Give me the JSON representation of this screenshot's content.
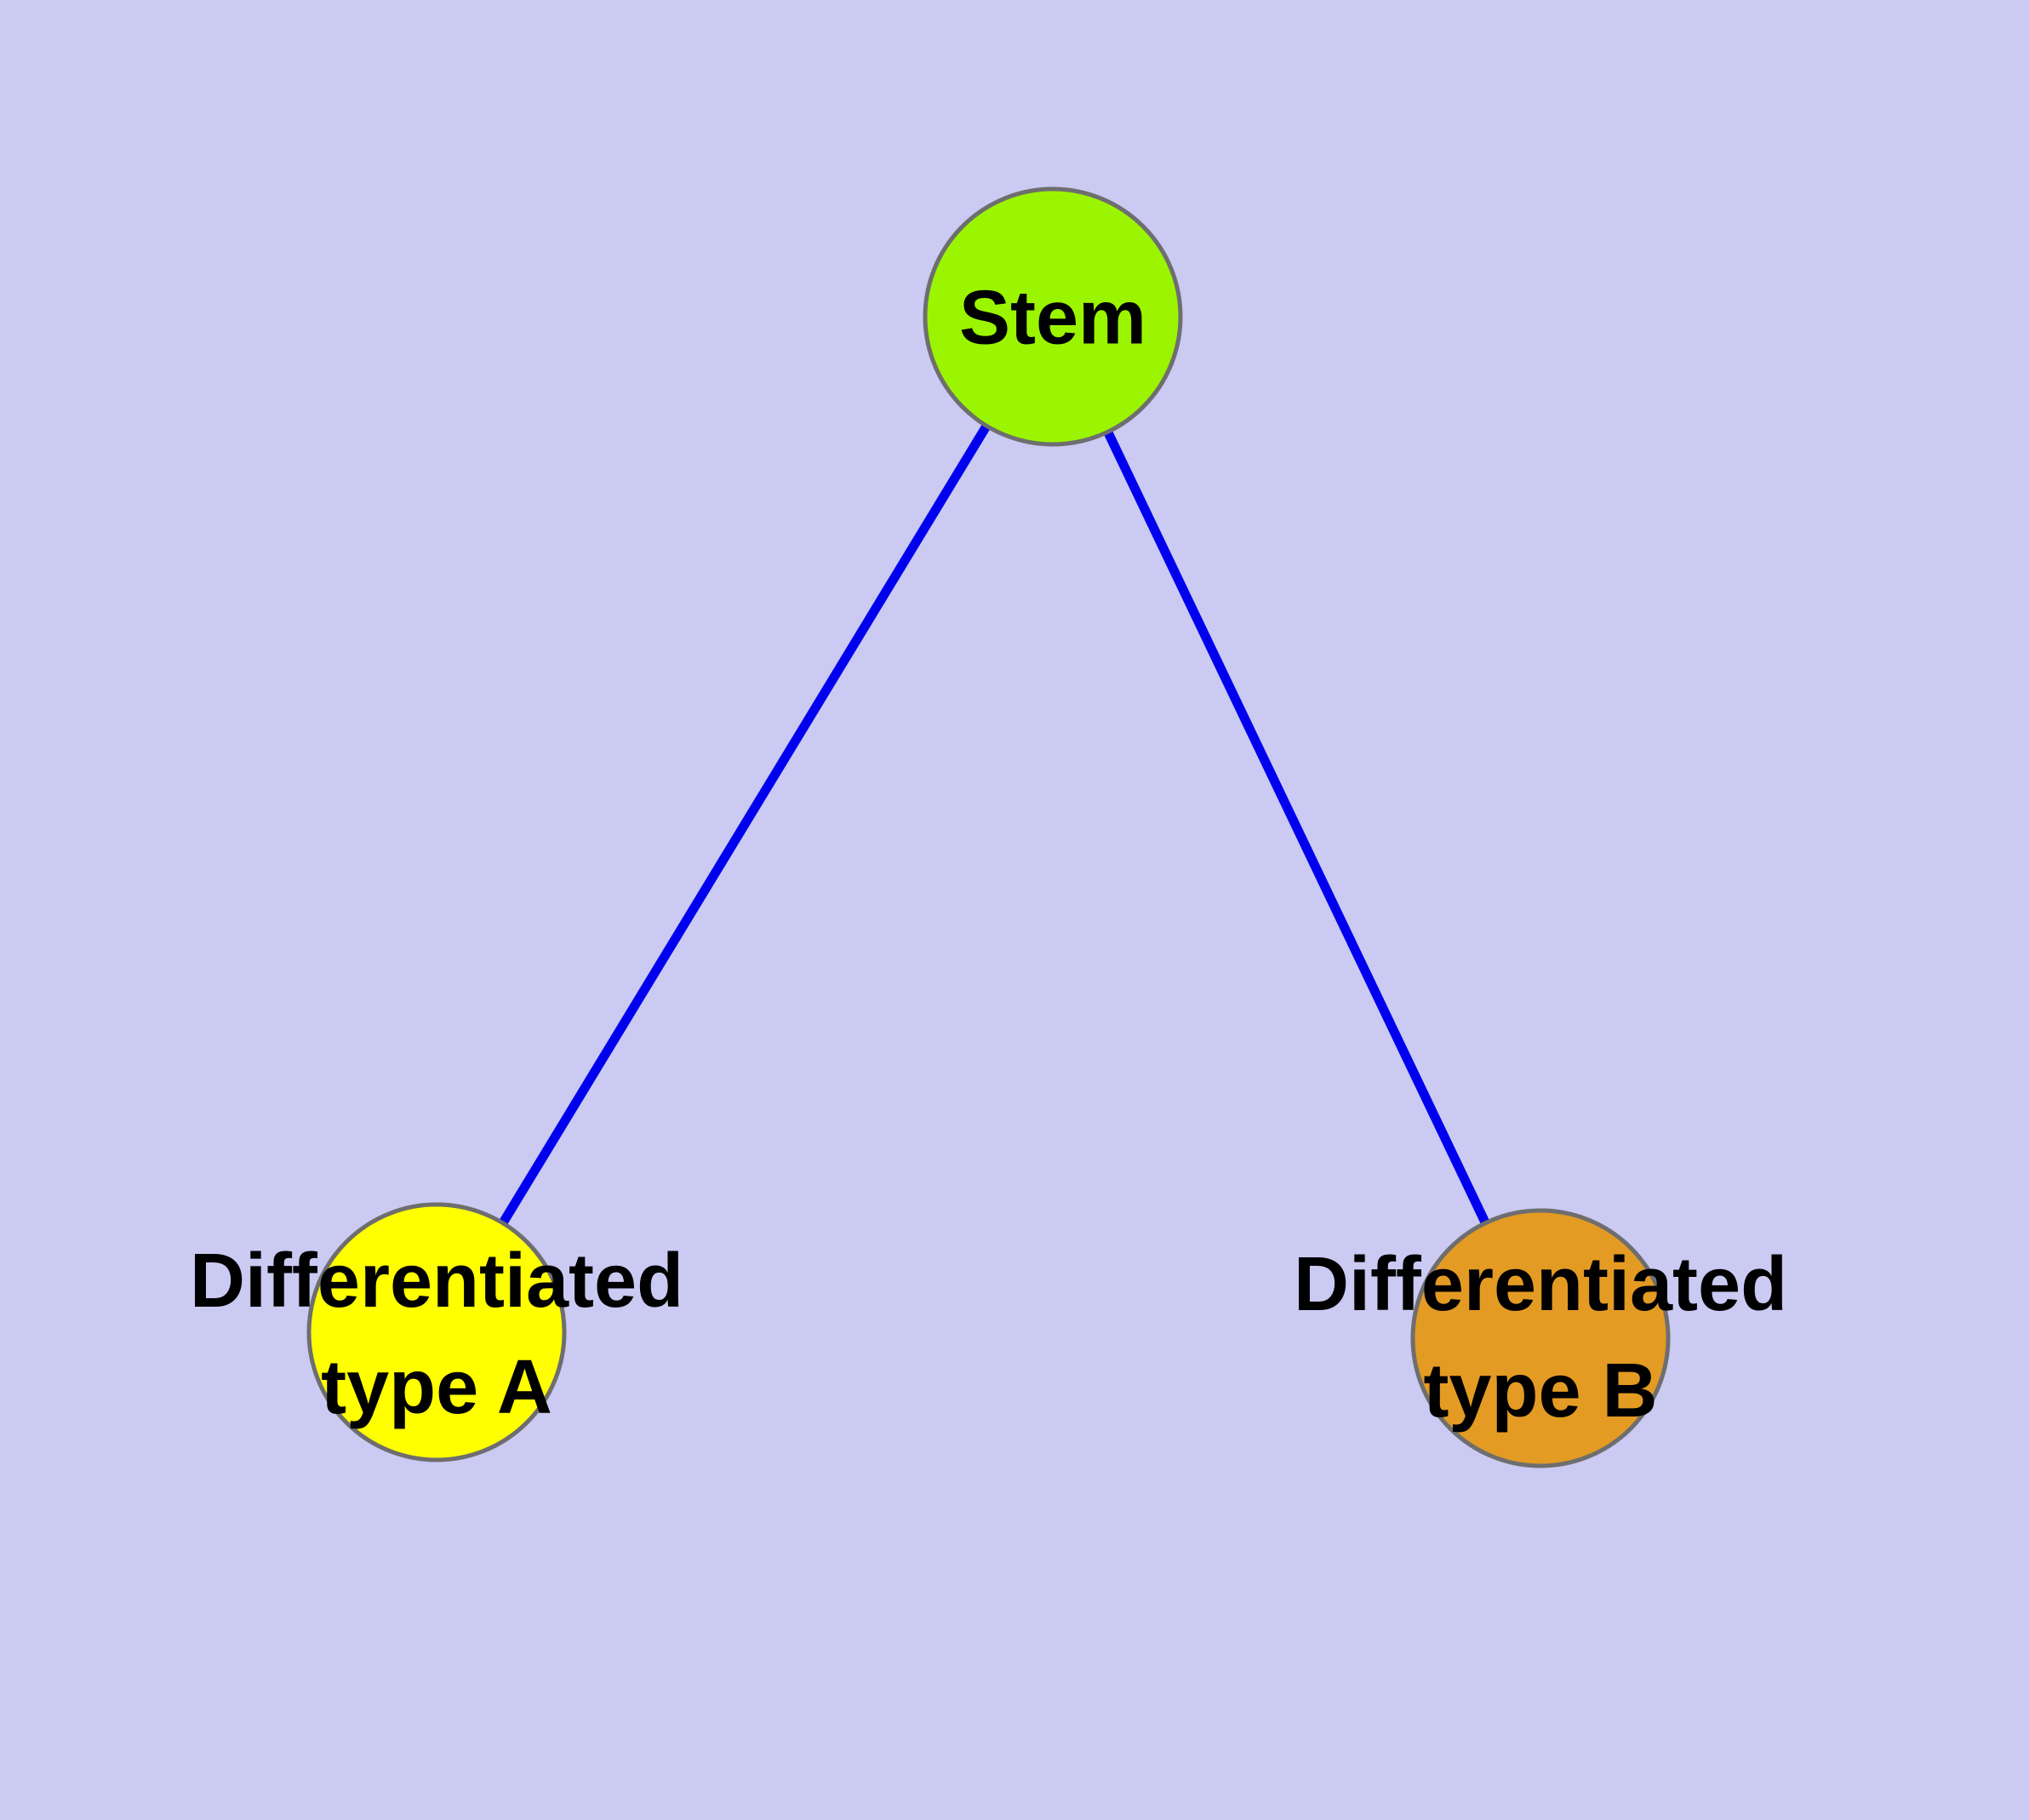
{
  "colors": {
    "background": "#CACAF3",
    "node_border": "#6E6E6E",
    "edge": "#0000EE",
    "stem_fill": "#9BF500",
    "type_a_fill": "#FFFF00",
    "type_b_fill": "#E49B23",
    "label_text": "#000000"
  },
  "nodes": {
    "stem": {
      "label": "Stem",
      "fill": "#9BF500"
    },
    "type_a": {
      "label_lines": [
        "Differentiated",
        "type A"
      ],
      "fill": "#FFFF00"
    },
    "type_b": {
      "label_lines": [
        "Differentiated",
        "type B"
      ],
      "fill": "#E49B23"
    }
  },
  "edges": [
    {
      "from": "Stem",
      "to": "Differentiated type A"
    },
    {
      "from": "Stem",
      "to": "Differentiated type B"
    }
  ]
}
